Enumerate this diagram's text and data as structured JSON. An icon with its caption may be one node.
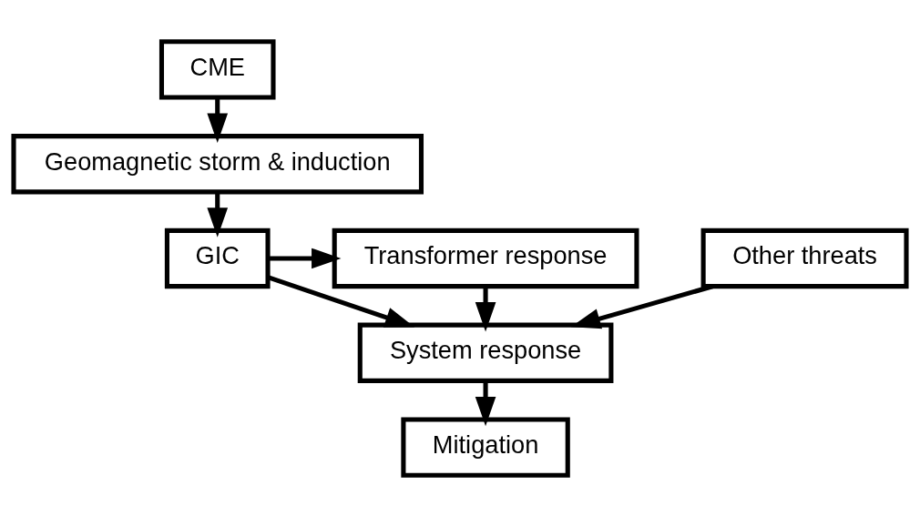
{
  "diagram": {
    "nodes": [
      {
        "text": [
          "CME"
        ]
      },
      {
        "text": [
          "Geomagnetic storm & induction"
        ]
      },
      {
        "text": [
          "GIC"
        ]
      },
      {
        "text": [
          "Transformer response"
        ]
      },
      {
        "text": [
          "Other threats"
        ]
      },
      {
        "text": [
          "System response"
        ]
      },
      {
        "text": [
          "Mitigation"
        ]
      }
    ],
    "edges": [
      {
        "from": 0,
        "to": 1,
        "arrow": "to"
      },
      {
        "from": 1,
        "to": 2,
        "arrow": "to"
      },
      {
        "from": 2,
        "to": 3,
        "arrow": "to"
      },
      {
        "from": 2,
        "to": 5,
        "arrow": "to"
      },
      {
        "from": 3,
        "to": 5,
        "arrow": "to"
      },
      {
        "from": 4,
        "to": 5,
        "arrow": "to"
      },
      {
        "from": 5,
        "to": 6,
        "arrow": "to"
      }
    ]
  }
}
